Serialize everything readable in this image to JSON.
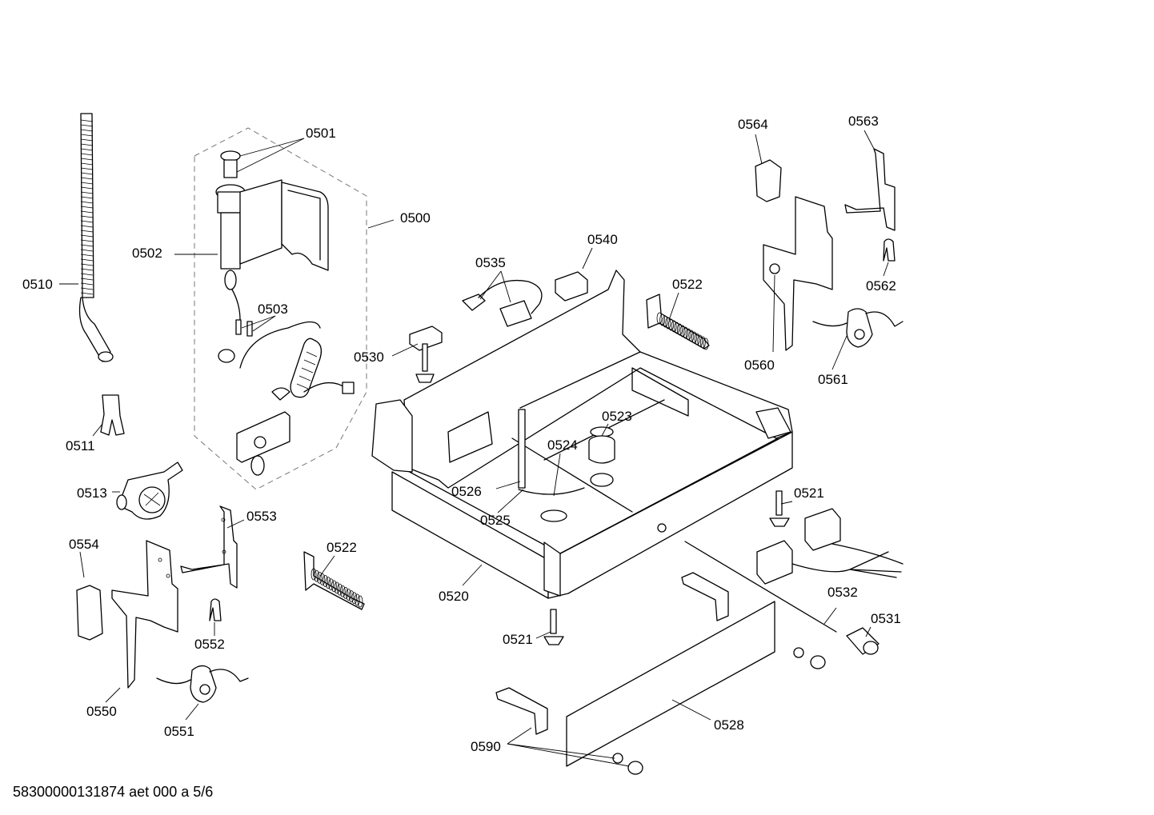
{
  "labels": {
    "p0500": "0500",
    "p0501": "0501",
    "p0502": "0502",
    "p0503": "0503",
    "p0510": "0510",
    "p0511": "0511",
    "p0513": "0513",
    "p0520": "0520",
    "p0521a": "0521",
    "p0521b": "0521",
    "p0522a": "0522",
    "p0522b": "0522",
    "p0523": "0523",
    "p0524": "0524",
    "p0525": "0525",
    "p0526": "0526",
    "p0528": "0528",
    "p0530": "0530",
    "p0531": "0531",
    "p0532": "0532",
    "p0535": "0535",
    "p0540": "0540",
    "p0550": "0550",
    "p0551": "0551",
    "p0552": "0552",
    "p0553": "0553",
    "p0554": "0554",
    "p0560": "0560",
    "p0561": "0561",
    "p0562": "0562",
    "p0563": "0563",
    "p0564": "0564",
    "p0590": "0590"
  },
  "footer": "58300000131874 aet 000 a 5/6"
}
